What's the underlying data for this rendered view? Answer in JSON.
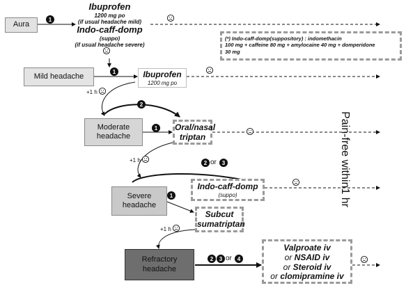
{
  "stages": {
    "aura": "Aura",
    "mild": "Mild headache",
    "moderate_1": "Moderate",
    "moderate_2": "headache",
    "severe_1": "Severe",
    "severe_2": "headache",
    "refractory_1": "Refractory",
    "refractory_2": "headache"
  },
  "aura_treatment": {
    "drug1": "Ibuprofen",
    "dose1": "1200 mg po",
    "cond1": "(if usual headache mild)",
    "drug2": "Indo-caff-domp",
    "dose2": "(suppo)",
    "cond2": "(if usual headache severe)"
  },
  "note": {
    "line1": "(*) Indo-caff-domp(suppository) : indomethacin",
    "line2": "100 mg + caffeine 80 mg + amylocaine 40 mg + domperidone",
    "line3": "30 mg"
  },
  "mild_treatment": {
    "drug": "Ibuprofen",
    "dose": "1200 mg po"
  },
  "moderate_treatment": {
    "line1": "Oral/nasal",
    "line2": "triptan"
  },
  "severe_treatment": {
    "drug": "Indo-caff-domp",
    "dose": "(suppo)"
  },
  "severe_treatment_2": {
    "line1": "Subcut",
    "line2": "sumatriptan"
  },
  "refractory_treatment": {
    "l1": "Valproate iv",
    "l2_or": "or ",
    "l2": "NSAID iv",
    "l3_or": "or ",
    "l3": "Steroid iv",
    "l4_or": "or ",
    "l4": "clomipramine iv"
  },
  "step_labels": {
    "b1": "1",
    "b2": "2",
    "b3": "3",
    "b4": "4",
    "or": "or",
    "plus1h": "+1 h"
  },
  "side_label": "Pain-free within1 hr"
}
